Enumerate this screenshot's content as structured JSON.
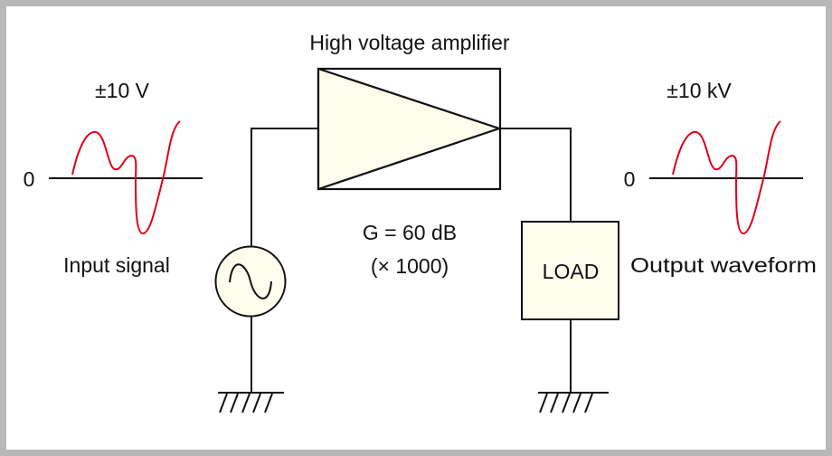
{
  "title": "High voltage amplifier",
  "gain": {
    "line1": "G = 60 dB",
    "line2": "(× 1000)"
  },
  "input": {
    "amplitude": "±10 V",
    "zero_label": "0",
    "caption": "Input signal"
  },
  "output": {
    "amplitude": "±10 kV",
    "zero_label": "0",
    "caption": "Output waveform"
  },
  "load_label": "LOAD",
  "icons": {
    "source": "ac-source-icon",
    "ground": "ground-icon",
    "amplifier": "amplifier-triangle-icon"
  },
  "colors": {
    "frame": "#b7b8b7",
    "component_fill": "#fefcec",
    "waveform": "#e0001b",
    "line": "#111111"
  }
}
